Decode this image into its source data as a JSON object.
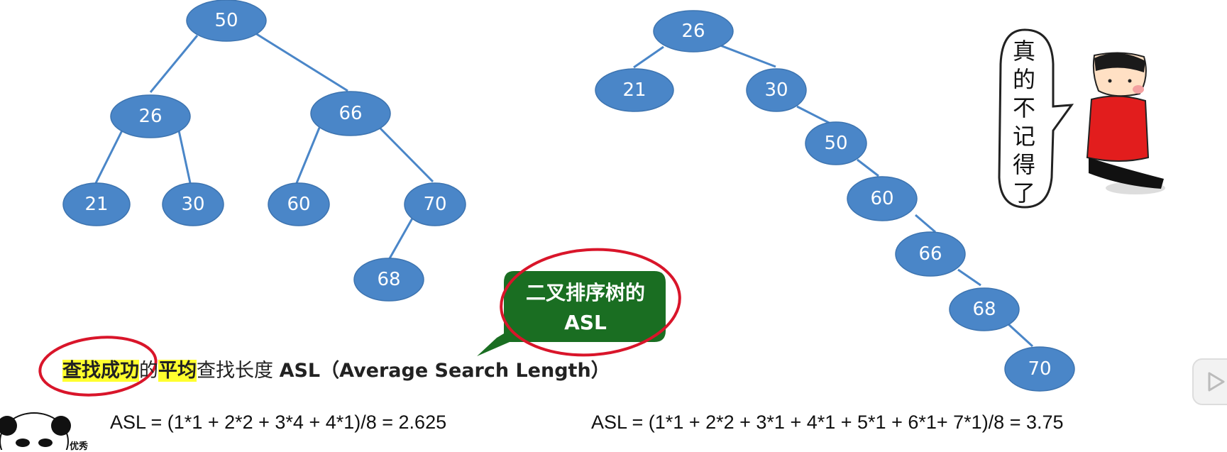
{
  "tree_balanced": {
    "nodes": [
      "50",
      "26",
      "66",
      "21",
      "30",
      "60",
      "70",
      "68"
    ]
  },
  "tree_chain": {
    "nodes": [
      "26",
      "21",
      "30",
      "50",
      "60",
      "66",
      "68",
      "70"
    ]
  },
  "callout": {
    "line1": "二叉排序树的",
    "line2": "ASL"
  },
  "caption": {
    "part1": "查找成功",
    "part2": "的",
    "part3": "平均",
    "part4": "查找长度 ",
    "part5": "ASL（Average Search Length）"
  },
  "formula_left": "ASL = (1*1 + 2*2 + 3*4 + 4*1)/8 = 2.625",
  "formula_right": "ASL = (1*1 + 2*2 + 3*1 + 4*1 + 5*1 + 6*1+  7*1)/8 = 3.75",
  "speech": [
    "真",
    "的",
    "不",
    "记",
    "得",
    "了"
  ],
  "panda_caption": "优秀",
  "colors": {
    "node": "#4a86c8",
    "callout": "#1a6e22",
    "highlight": "#ffff2e",
    "circle_mark": "#d9152a"
  }
}
